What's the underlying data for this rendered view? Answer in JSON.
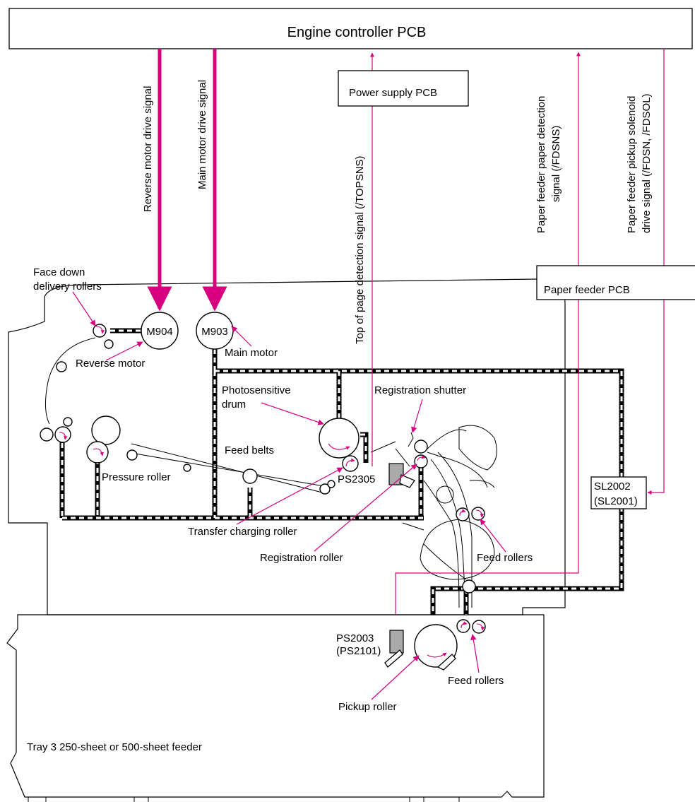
{
  "header": {
    "title": "Engine controller PCB"
  },
  "signals": {
    "reverse_motor": "Reverse motor drive signal",
    "main_motor": "Main motor drive signal",
    "top_of_page": "Top of page detection signal (/TOPSNS)",
    "feeder_detect_line1": "Paper feeder paper detection",
    "feeder_detect_line2": "signal (/FDSNS)",
    "feeder_pickup_line1": "Paper feeder pickup solenoid",
    "feeder_pickup_line2": "drive signal (/FDSN, /FDSOL)"
  },
  "boards": {
    "power_supply": "Power supply PCB",
    "paper_feeder": "Paper feeder PCB"
  },
  "components": {
    "m904": "M904",
    "m903": "M903",
    "ps2305": "PS2305",
    "sl2002": "SL2002",
    "sl2001": "(SL2001)",
    "ps2003": "PS2003",
    "ps2101": "(PS2101)"
  },
  "labels": {
    "face_down_line1": "Face down",
    "face_down_line2": "delivery rollers",
    "reverse_motor": "Reverse motor",
    "main_motor": "Main motor",
    "photosensitive_line1": "Photosensitive",
    "photosensitive_line2": "drum",
    "registration_shutter": "Registration shutter",
    "feed_belts": "Feed belts",
    "pressure_roller": "Pressure roller",
    "transfer_charging_roller": "Transfer charging roller",
    "registration_roller": "Registration roller",
    "feed_rollers_upper": "Feed rollers",
    "feed_rollers_lower": "Feed rollers",
    "pickup_roller": "Pickup roller",
    "tray": "Tray 3 250-sheet or 500-sheet feeder"
  },
  "colors": {
    "signal": "#d6007f",
    "arrow": "#e600a0",
    "sensor": "#aaaaaa"
  }
}
